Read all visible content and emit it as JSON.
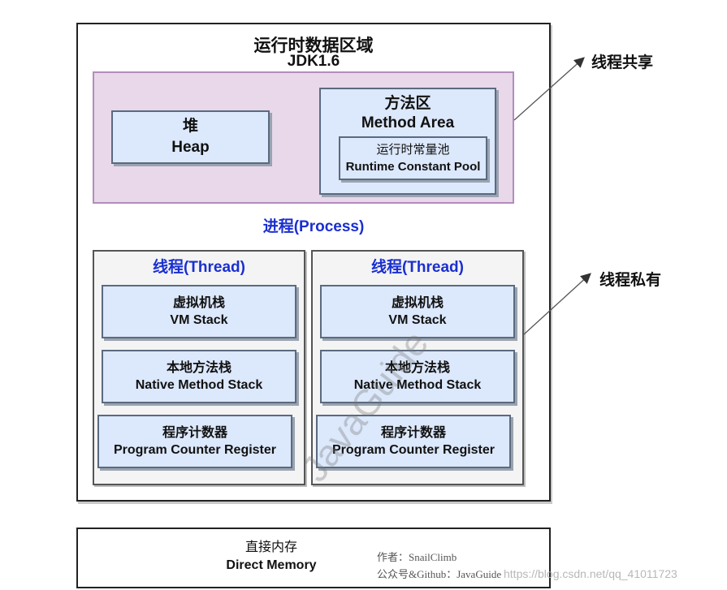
{
  "runtime_area": {
    "title": "运行时数据区域",
    "version": "JDK1.6"
  },
  "heap": {
    "cn": "堆",
    "en": "Heap"
  },
  "method_area": {
    "cn": "方法区",
    "en": "Method Area",
    "constant_pool": {
      "cn": "运行时常量池",
      "en": "Runtime Constant Pool"
    }
  },
  "process_label": "进程(Process)",
  "threads": [
    {
      "title": "线程(Thread)",
      "vm_stack": {
        "cn": "虚拟机栈",
        "en": "VM Stack"
      },
      "native_stack": {
        "cn": "本地方法栈",
        "en": "Native Method Stack"
      },
      "pc_register": {
        "cn": "程序计数器",
        "en": "Program Counter Register"
      }
    },
    {
      "title": "线程(Thread)",
      "vm_stack": {
        "cn": "虚拟机栈",
        "en": "VM Stack"
      },
      "native_stack": {
        "cn": "本地方法栈",
        "en": "Native Method Stack"
      },
      "pc_register": {
        "cn": "程序计数器",
        "en": "Program Counter Register"
      }
    }
  ],
  "labels": {
    "thread_shared": "线程共享",
    "thread_private": "线程私有"
  },
  "direct_memory": {
    "cn": "直接内存",
    "en": "Direct Memory"
  },
  "author": {
    "line1": "作者：SnailClimb",
    "line2": "公众号&Github：JavaGuide"
  },
  "watermark": "JavaGuide",
  "url": "https://blog.csdn.net/qq_41011723",
  "colors": {
    "box_fill": "#dce8fb",
    "shared_fill": "#e8d8ea",
    "shared_border": "#b48cbc",
    "thread_title": "#1a2fd0"
  }
}
